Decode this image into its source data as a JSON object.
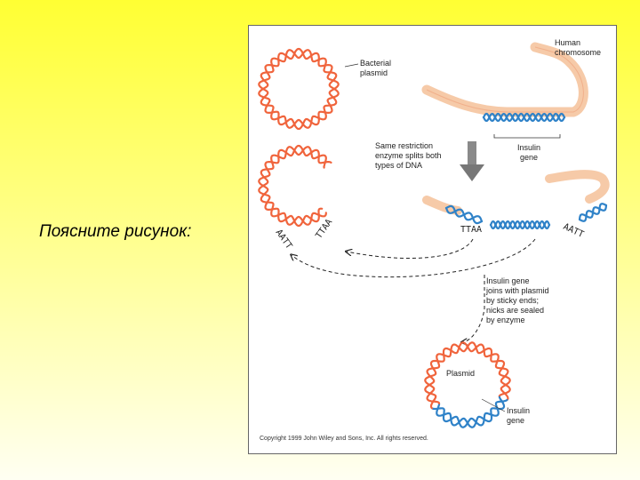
{
  "slide": {
    "prompt": "Поясните рисунок:"
  },
  "figure": {
    "labels": {
      "bacterial_plasmid_1": "Bacterial",
      "bacterial_plasmid_2": "plasmid",
      "human_chromosome_1": "Human",
      "human_chromosome_2": "chromosome",
      "insulin_gene_1": "Insulin",
      "insulin_gene_2": "gene",
      "restriction_1": "Same restriction",
      "restriction_2": "enzyme splits both",
      "restriction_3": "types of DNA",
      "joins_1": "Insulin gene",
      "joins_2": "joins with plasmid",
      "joins_3": "by sticky ends;",
      "joins_4": "nicks are sealed",
      "joins_5": "by enzyme",
      "plasmid": "Plasmid",
      "insulin_gene_bottom_1": "Insulin",
      "insulin_gene_bottom_2": "gene",
      "copyright": "Copyright 1999 John Wiley and Sons, Inc. All rights reserved."
    },
    "sticky_ends": {
      "aatt_left": "AATT",
      "ttaa_plasmid": "TTAA",
      "ttaa_gene": "TTAA",
      "aatt_gene": "AATT"
    },
    "colors": {
      "plasmid_dna": "#f0643c",
      "insulin_dna": "#2f82c8",
      "chromosome": "#f6caa8",
      "arrow": "#888888"
    }
  }
}
